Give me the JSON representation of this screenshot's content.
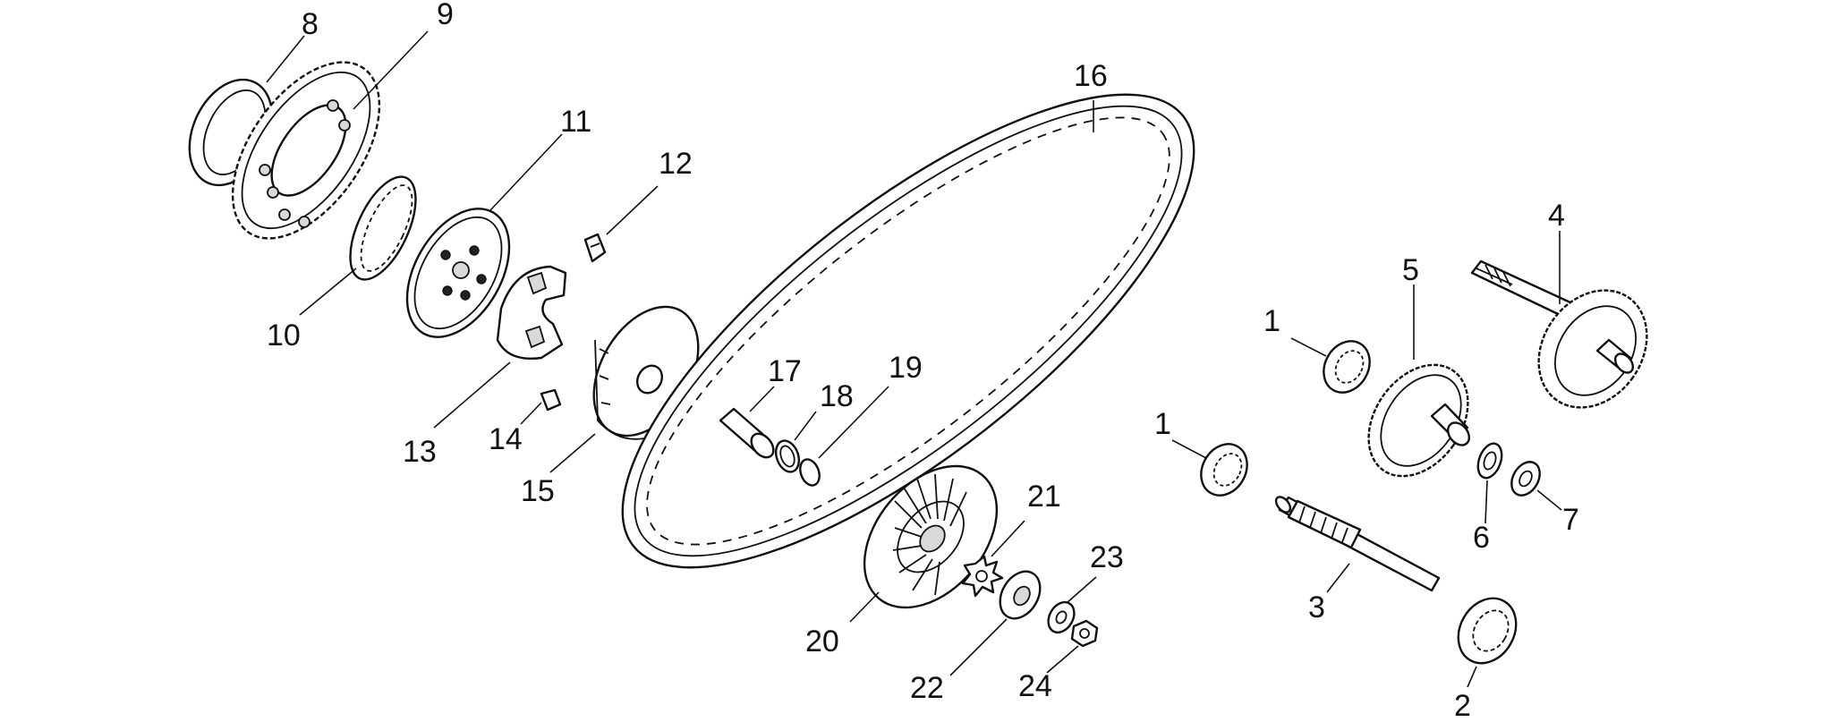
{
  "callouts": [
    {
      "id": "p8",
      "label": "8"
    },
    {
      "id": "p9",
      "label": "9"
    },
    {
      "id": "p10",
      "label": "10"
    },
    {
      "id": "p11",
      "label": "11"
    },
    {
      "id": "p12",
      "label": "12"
    },
    {
      "id": "p13",
      "label": "13"
    },
    {
      "id": "p14",
      "label": "14"
    },
    {
      "id": "p15",
      "label": "15"
    },
    {
      "id": "p16",
      "label": "16"
    },
    {
      "id": "p17",
      "label": "17"
    },
    {
      "id": "p18",
      "label": "18"
    },
    {
      "id": "p19",
      "label": "19"
    },
    {
      "id": "p20",
      "label": "20"
    },
    {
      "id": "p21",
      "label": "21"
    },
    {
      "id": "p22",
      "label": "22"
    },
    {
      "id": "p23",
      "label": "23"
    },
    {
      "id": "p24",
      "label": "24"
    },
    {
      "id": "p1a",
      "label": "1"
    },
    {
      "id": "p1b",
      "label": "1"
    },
    {
      "id": "p2",
      "label": "2"
    },
    {
      "id": "p3",
      "label": "3"
    },
    {
      "id": "p4",
      "label": "4"
    },
    {
      "id": "p5",
      "label": "5"
    },
    {
      "id": "p6",
      "label": "6"
    },
    {
      "id": "p7",
      "label": "7"
    }
  ]
}
